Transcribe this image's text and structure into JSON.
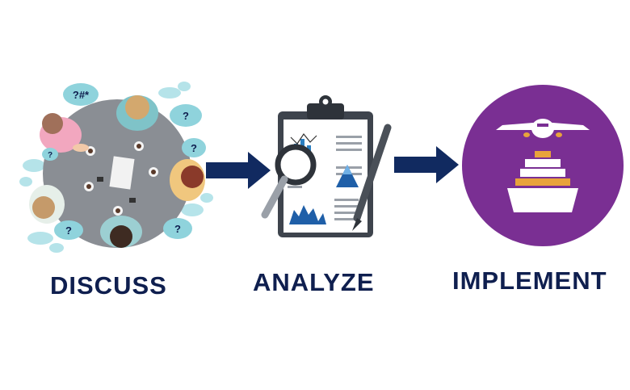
{
  "steps": [
    {
      "label": "DISCUSS",
      "icon": "meeting-table-icon"
    },
    {
      "label": "ANALYZE",
      "icon": "clipboard-analysis-icon"
    },
    {
      "label": "IMPLEMENT",
      "icon": "logistics-plane-ship-icon"
    }
  ],
  "bubbles": [
    "?#*",
    "?",
    "?",
    "?",
    "?",
    "?"
  ],
  "colors": {
    "label": "#0f1f4f",
    "arrow": "#112a60",
    "implement_circle": "#7a2f93",
    "table": "#8a8e94",
    "bubble": "#8fd3dc",
    "clipboard": "#3e444d"
  }
}
